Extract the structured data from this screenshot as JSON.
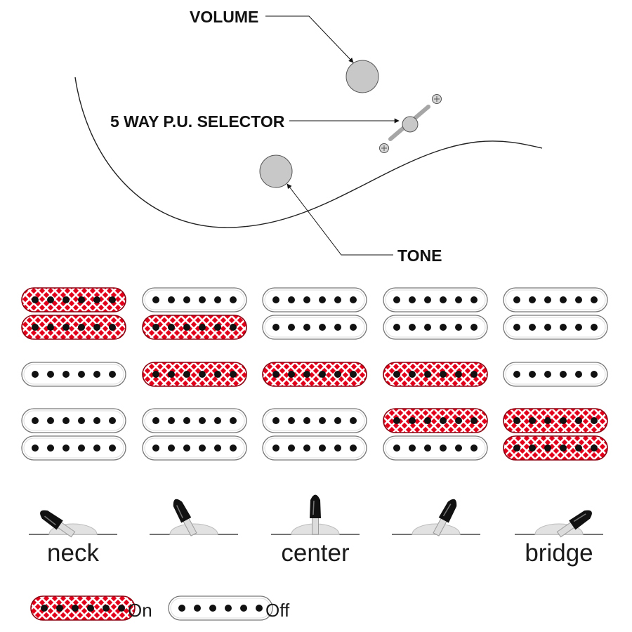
{
  "controls": {
    "volume_label": "VOLUME",
    "selector_label": "5 WAY P.U. SELECTOR",
    "tone_label": "TONE",
    "knob_color": "#c8c8c8"
  },
  "positions": [
    {
      "label": "neck",
      "switch_angle": -55,
      "pickups": {
        "neck_top": true,
        "neck_bottom": true,
        "middle": false,
        "bridge_top": false,
        "bridge_bottom": false
      }
    },
    {
      "label": "",
      "switch_angle": -28,
      "pickups": {
        "neck_top": false,
        "neck_bottom": true,
        "middle": true,
        "bridge_top": false,
        "bridge_bottom": false
      }
    },
    {
      "label": "center",
      "switch_angle": 0,
      "pickups": {
        "neck_top": false,
        "neck_bottom": false,
        "middle": true,
        "bridge_top": false,
        "bridge_bottom": false
      }
    },
    {
      "label": "",
      "switch_angle": 28,
      "pickups": {
        "neck_top": false,
        "neck_bottom": false,
        "middle": true,
        "bridge_top": true,
        "bridge_bottom": false
      }
    },
    {
      "label": "bridge",
      "switch_angle": 55,
      "pickups": {
        "neck_top": false,
        "neck_bottom": false,
        "middle": false,
        "bridge_top": true,
        "bridge_bottom": true
      }
    }
  ],
  "legend": {
    "on_label": "On",
    "off_label": "Off",
    "on_color": "#e2001a",
    "off_color": "#ffffff"
  }
}
